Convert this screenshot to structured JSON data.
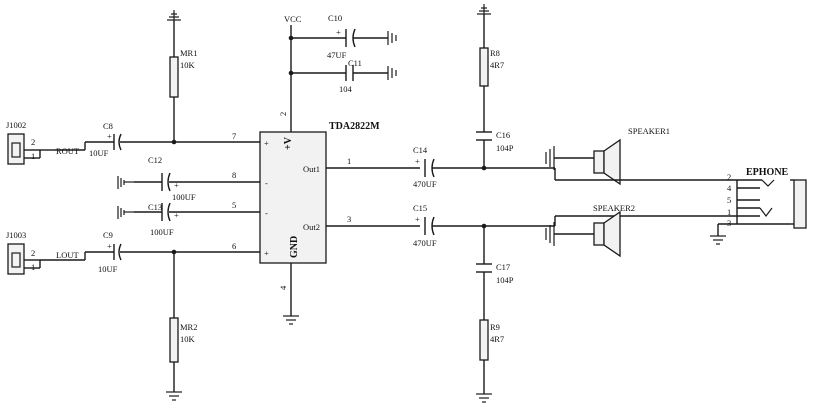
{
  "power": {
    "vcc": "VCC"
  },
  "ic": {
    "name": "TDA2822M",
    "v_label": "+V",
    "gnd_label": "GND",
    "out1": "Out1",
    "out2": "Out2",
    "pin7": "7",
    "pin8": "8",
    "pin5": "5",
    "pin6": "6",
    "pin2": "2",
    "pin4": "4",
    "pin1": "1",
    "pin3": "3",
    "plus_a": "+",
    "minus_a": "-",
    "minus_b": "-",
    "plus_b": "+"
  },
  "connectors": {
    "j1002": {
      "ref": "J1002",
      "pin2": "2",
      "pin1": "1",
      "net": "ROUT"
    },
    "j1003": {
      "ref": "J1003",
      "pin2": "2",
      "pin1": "1",
      "net": "LOUT"
    }
  },
  "resistors": {
    "mr1": {
      "ref": "MR1",
      "value": "10K"
    },
    "mr2": {
      "ref": "MR2",
      "value": "10K"
    },
    "r8": {
      "ref": "R8",
      "value": "4R7"
    },
    "r9": {
      "ref": "R9",
      "value": "4R7"
    }
  },
  "capacitors": {
    "c8": {
      "ref": "C8",
      "value": "10UF",
      "pol": "+"
    },
    "c9": {
      "ref": "C9",
      "value": "10UF",
      "pol": "+"
    },
    "c10": {
      "ref": "C10",
      "value": "47UF",
      "pol": "+"
    },
    "c11": {
      "ref": "C11",
      "value": "104"
    },
    "c12": {
      "ref": "C12",
      "value": "100UF",
      "pol": "+"
    },
    "c13": {
      "ref": "C13",
      "value": "100UF",
      "pol": "+"
    },
    "c14": {
      "ref": "C14",
      "value": "470UF",
      "pol": "+"
    },
    "c15": {
      "ref": "C15",
      "value": "470UF",
      "pol": "+"
    },
    "c16": {
      "ref": "C16",
      "value": "104P"
    },
    "c17": {
      "ref": "C17",
      "value": "104P"
    }
  },
  "speakers": {
    "sp1": "SPEAKER1",
    "sp2": "SPEAKER2"
  },
  "jack": {
    "ref": "EPHONE",
    "p2": "2",
    "p4": "4",
    "p5": "5",
    "p1": "1",
    "p3": "3"
  }
}
